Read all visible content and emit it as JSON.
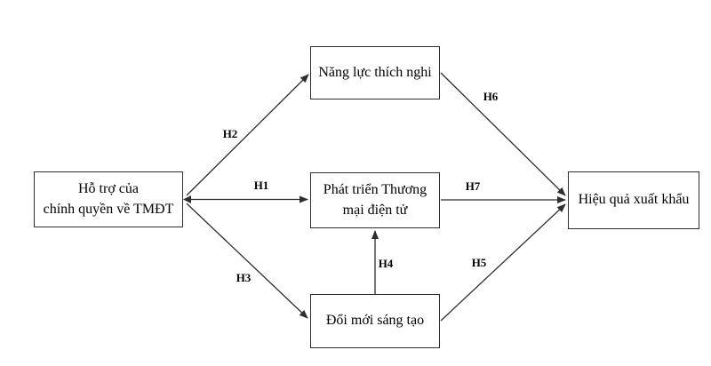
{
  "diagram": {
    "boxes": {
      "government_support": {
        "line1": "Hỗ trợ của",
        "line2": "chính quyền về TMĐT"
      },
      "adaptive_capacity": {
        "line1": "Năng lực thích nghi"
      },
      "ecommerce_development": {
        "line1": "Phát triển Thương",
        "line2": "mại điện tử"
      },
      "innovation": {
        "line1": "Đổi mới sáng tạo"
      },
      "export_performance": {
        "line1": "Hiệu quả xuất khẩu"
      }
    },
    "hypotheses": {
      "h1": "H1",
      "h2": "H2",
      "h3": "H3",
      "h4": "H4",
      "h5": "H5",
      "h6": "H6",
      "h7": "H7"
    },
    "colors": {
      "line": "#2e2e2e",
      "box_border": "#2e2e2e",
      "text": "#000000",
      "background": "#ffffff"
    }
  }
}
